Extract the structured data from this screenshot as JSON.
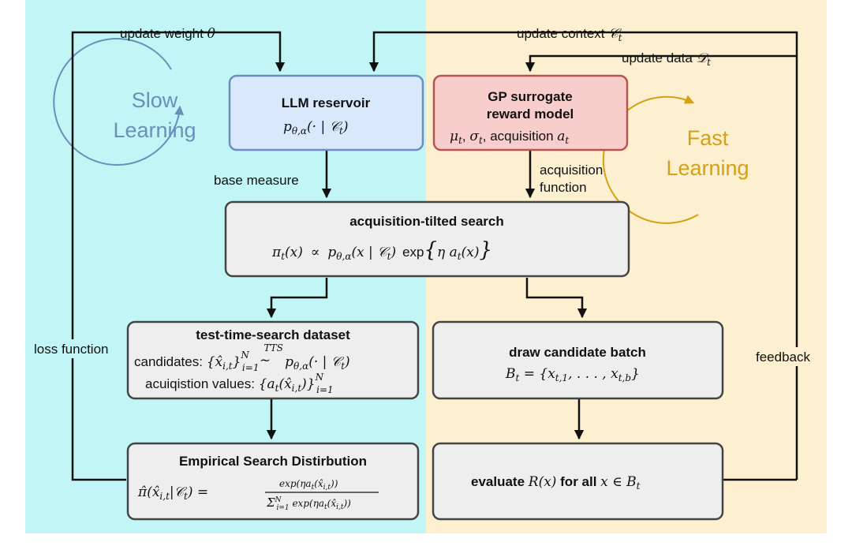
{
  "regions": {
    "slow": {
      "color": "#c2f6f6"
    },
    "fast": {
      "color": "#fdf0d0"
    }
  },
  "cycles": {
    "slow": {
      "line1": "Slow",
      "line2": "Learning",
      "color": "#6a8fb8"
    },
    "fast": {
      "line1": "Fast",
      "line2": "Learning",
      "color": "#d4a017"
    }
  },
  "nodes": {
    "llm": {
      "title": "LLM reservoir",
      "formula": "p_{θ,α}(· | C_t)",
      "fill": "#dae8fc",
      "stroke": "#6c8ebf"
    },
    "gp": {
      "title1": "GP surrogate",
      "title2": "reward model",
      "formula": "μ_t, σ_t, acquisition a_t",
      "fill": "#f8cecc",
      "stroke": "#b85450"
    },
    "tilted": {
      "title": "acquisition-tilted search",
      "formula": "π_t(x) ∝ p_{θ,α}(x | C_t) exp{η a_t(x)}"
    },
    "dataset": {
      "title": "test-time-search dataset",
      "line1": "candidates: {x̂_{i,t}}_{i=1}^N ~TTS p_{θ,α}(· | C_t)",
      "line2": "acuiqistion values: {a_t(x̂_{i,t})}_{i=1}^N"
    },
    "batch": {
      "title": "draw candidate batch",
      "formula": "B_t = {x_{t,1}, . . . , x_{t,b}}"
    },
    "empirical": {
      "title": "Empirical Search Distirbution",
      "formula": "π̂(x̂_{i,t}|C_t) = exp(η a_t(x̂_{i,t})) / Σ_{i=1}^N exp(η a_t(x̂_{i,t}))"
    },
    "evaluate": {
      "formula": "evaluate R(x) for all x ∈ B_t"
    }
  },
  "edges": {
    "update_weight": "update weight θ",
    "update_context": "update context C_t",
    "update_data": "update data D_t",
    "base_measure": "base measure",
    "acquisition_function_1": "acquisition",
    "acquisition_function_2": "function",
    "loss_function": "loss function",
    "feedback": "feedback"
  },
  "glyphs": {
    "upd_weight": "update weight ",
    "theta": "θ",
    "upd_context": "update context ",
    "upd_data": "update data ",
    "Ccal": "𝒞",
    "Dcal": "𝒟",
    "t": "t",
    "p": "p",
    "pi": "π",
    "pihat": "π̂",
    "thetaalpha": "θ,α",
    "dotC": "(· | ",
    "xC": "(x | ",
    "rparen": ")",
    "propto": "∝",
    "exp": "exp",
    "lbrace": "{",
    "rbrace": "}",
    "eta_a": "η a",
    "x_paren": "(x)",
    "mu": "μ",
    "sigma": "σ",
    "comma": ", ",
    "acq_word": ", acquisition ",
    "a": "a",
    "candidates": "candidates: ",
    "xhat": "x̂",
    "it": "i,t",
    "i1": "i=1",
    "N": "N",
    "TTS": "TTS",
    "tilde": "~",
    "acq_values": "acuiqistion values: ",
    "a_open": "(",
    "B": "B",
    "eq": " = ",
    "batch_set": "{x",
    "t1": "t,1",
    "dots": ", . . . , x",
    "tb": "t,b",
    "close": "}",
    "given": "|",
    "num": "exp(ηa",
    "den_sum": "Σ",
    "den_rest": " exp(ηa",
    "end_paren": "))",
    "evaluate_word": "evaluate ",
    "Rx": "R(x)",
    "for_all": " for all ",
    "x_in": "x ∈ ",
    "Bvar": "B"
  }
}
